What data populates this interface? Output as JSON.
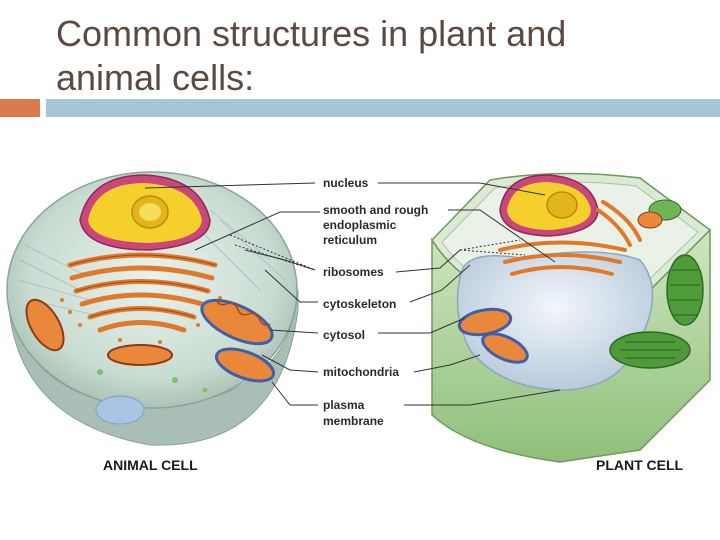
{
  "slide": {
    "title_line1": "Common structures in plant and",
    "title_line2": "animal cells:"
  },
  "diagram": {
    "labels": {
      "nucleus": "nucleus",
      "er_line1": "smooth and rough",
      "er_line2": "endoplasmic",
      "er_line3": "reticulum",
      "ribosomes": "ribosomes",
      "cytoskeleton": "cytoskeleton",
      "cytosol": "cytosol",
      "mitochondria": "mitochondria",
      "plasma_line1": "plasma",
      "plasma_line2": "membrane"
    },
    "animal_cell_label": "ANIMAL CELL",
    "plant_cell_label": "PLANT CELL"
  },
  "colors": {
    "title": "#5a4a42",
    "accent_orange": "#d97b4a",
    "accent_blue": "#a8c4d8"
  }
}
